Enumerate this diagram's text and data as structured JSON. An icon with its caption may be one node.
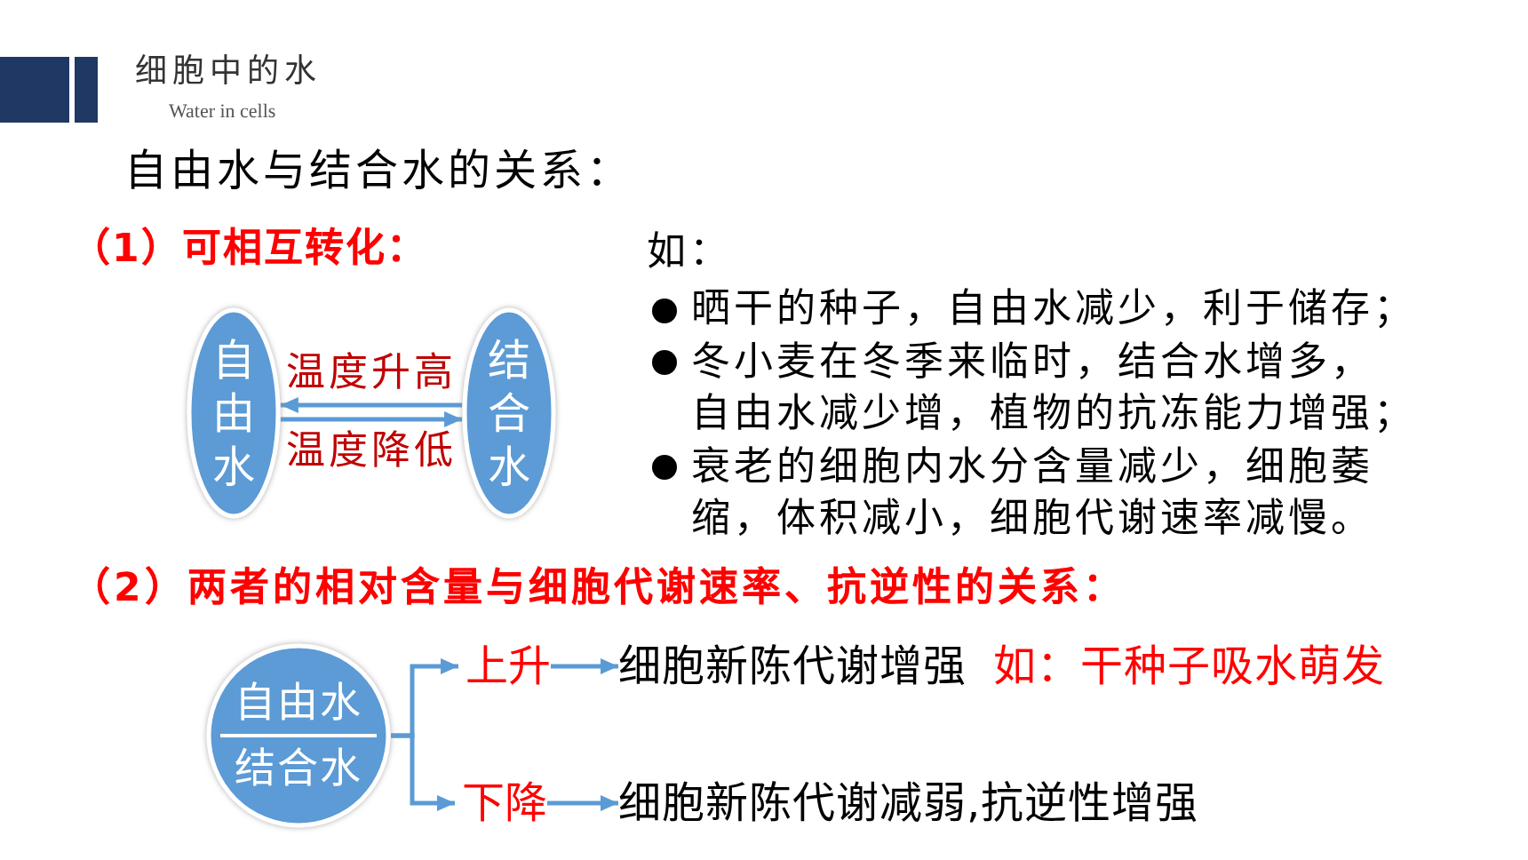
{
  "diagram": {
    "title": "细胞中的水",
    "nodes": [
      {
        "text": [
          "自由水"
        ]
      },
      {
        "text": [
          "结合水"
        ]
      },
      {
        "text": [
          "自由水",
          "结合水"
        ]
      },
      {
        "text": [
          "上升"
        ]
      },
      {
        "text": [
          "细胞新陈代谢增强"
        ],
        "beside": [
          "如：干种子吸水萌发"
        ]
      },
      {
        "text": [
          "下降"
        ]
      },
      {
        "text": [
          "细胞新陈代谢减弱,抗逆性增强"
        ]
      }
    ],
    "edges": [
      {
        "from": 1,
        "to": 0,
        "arrow": "to",
        "label": "温度升高"
      },
      {
        "from": 0,
        "to": 1,
        "arrow": "to",
        "label": "温度降低"
      },
      {
        "from": 2,
        "to": 3,
        "arrow": "to"
      },
      {
        "from": 2,
        "to": 5,
        "arrow": "to"
      },
      {
        "from": 3,
        "to": 4,
        "arrow": "to"
      },
      {
        "from": 5,
        "to": 6,
        "arrow": "to"
      }
    ],
    "labels": [
      "Water in cells",
      "自由水与结合水的关系：",
      "（1）可相互转化：",
      "如：",
      "晒干的种子，自由水减少，利于储存；",
      "冬小麦在冬季来临时，结合水增多，自由水减少增，植物的抗冻能力增强；",
      "衰老的细胞内水分含量减少，细胞萎缩，体积减小，细胞代谢速率减慢。",
      "（2）两者的相对含量与细胞代谢速率、抗逆性的关系："
    ]
  }
}
